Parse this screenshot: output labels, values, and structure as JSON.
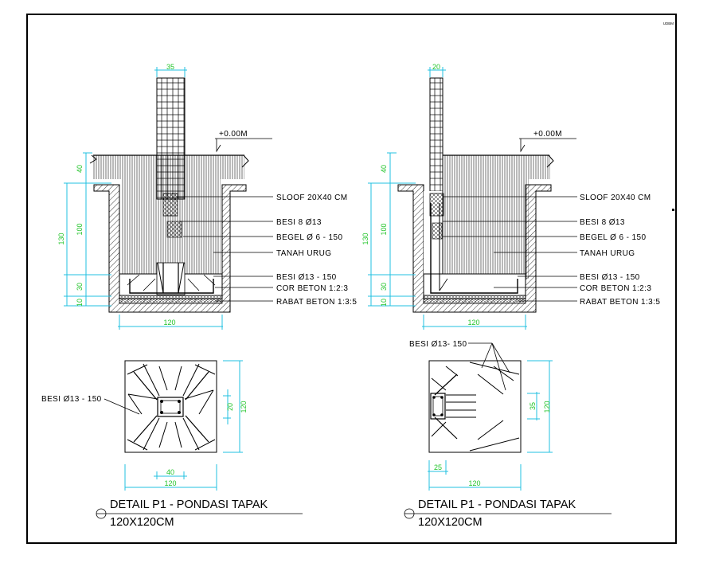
{
  "corner_tag": "UDBM",
  "left": {
    "dims": {
      "col_width": "35",
      "h40": "40",
      "h100": "100",
      "h130": "130",
      "h30": "30",
      "h10": "10",
      "width_120": "120",
      "plan_20": "20",
      "plan_120_v": "120",
      "plan_40": "40",
      "plan_120_h": "120"
    },
    "level": "+0.00M",
    "labels": {
      "sloof": "SLOOF 20X40 CM",
      "besi8": "BESI 8 Ø13",
      "begel": "BEGEL Ø 6 - 150",
      "tanah": "TANAH URUG",
      "besi13": "BESI Ø13 - 150",
      "cor": "COR BETON 1:2:3",
      "rabat": "RABAT BETON 1:3:5"
    },
    "plan_label": "BESI Ø13 - 150",
    "title": "DETAIL P1 - PONDASI TAPAK",
    "subtitle": "120X120CM"
  },
  "right": {
    "dims": {
      "col_width": "20",
      "h40": "40",
      "h100": "100",
      "h130": "130",
      "h30": "30",
      "h10": "10",
      "width_120": "120",
      "plan_35": "35",
      "plan_120_v": "120",
      "plan_25": "25",
      "plan_120_h": "120"
    },
    "level": "+0.00M",
    "labels": {
      "sloof": "SLOOF 20X40 CM",
      "besi8": "BESI 8 Ø13",
      "begel": "BEGEL Ø 6 - 150",
      "tanah": "TANAH URUG",
      "besi13": "BESI Ø13 - 150",
      "cor": "COR BETON 1:2:3",
      "rabat": "RABAT BETON 1:3:5"
    },
    "plan_label": "BESI Ø13- 150",
    "title": "DETAIL P1 - PONDASI TAPAK",
    "subtitle": "120X120CM"
  },
  "colors": {
    "dimension_lines": "#22c0e0",
    "dimension_text": "#22c42a",
    "linework": "#000000"
  }
}
